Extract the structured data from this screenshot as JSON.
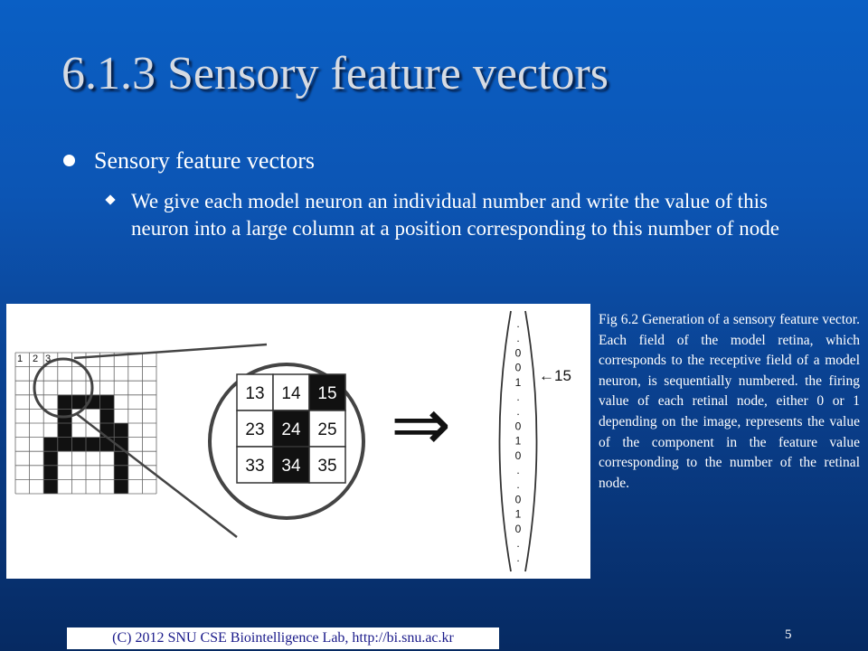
{
  "slide": {
    "title": "6.1.3 Sensory feature vectors",
    "bullet": "Sensory feature vectors",
    "sub_bullet": "We give each model neuron an individual number and write the value of this neuron into a large column at a position corresponding to this number of node",
    "caption": "Fig 6.2 Generation of a sensory feature vector. Each field of the model retina, which corresponds to the receptive field of a model neuron, is sequentially numbered. the firing value of each retinal node, either 0 or 1 depending on the image, represents the value of the component in the feature value corresponding to the number of the retinal node.",
    "footer": "(C) 2012 SNU CSE Biointelligence Lab,   http://bi.snu.ac.kr",
    "page_number": "5"
  },
  "figure": {
    "grid_labels": [
      "1",
      "2",
      "3"
    ],
    "zoom_cells": [
      {
        "label": "13",
        "filled": false
      },
      {
        "label": "14",
        "filled": false
      },
      {
        "label": "15",
        "filled": true
      },
      {
        "label": "23",
        "filled": false
      },
      {
        "label": "24",
        "filled": true
      },
      {
        "label": "25",
        "filled": false
      },
      {
        "label": "33",
        "filled": false
      },
      {
        "label": "34",
        "filled": true
      },
      {
        "label": "35",
        "filled": false
      }
    ],
    "vector_entries": [
      ".",
      ".",
      "0",
      "0",
      "1",
      ".",
      ".",
      "0",
      "1",
      "0",
      ".",
      ".",
      "0",
      "1",
      "0",
      ".",
      "."
    ],
    "pointer_label": "←15",
    "arrow_symbol": "⇒",
    "colors": {
      "ink": "#111111",
      "grid": "#666666"
    }
  }
}
